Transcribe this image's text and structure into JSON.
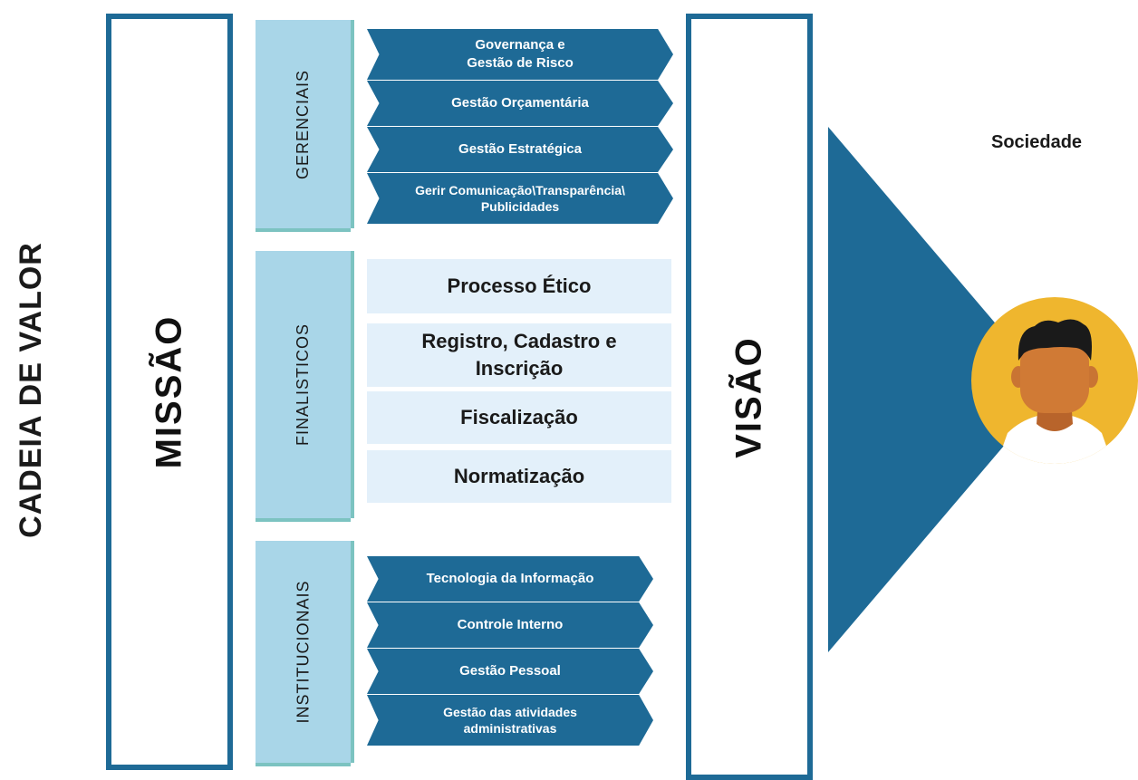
{
  "title": "CADEIA DE VALOR",
  "mission_label": "MISSÃO",
  "vision_label": "VISÃO",
  "categories": {
    "gerenciais": {
      "label": "GERENCIAIS",
      "items": [
        "Governança e\nGestão de Risco",
        "Gestão Orçamentária",
        "Gestão Estratégica",
        "Gerir Comunicação\\Transparência\\\nPublicidades"
      ]
    },
    "finalisticos": {
      "label": "FINALISTICOS",
      "items": [
        "Processo Ético",
        "Registro, Cadastro e\nInscrição",
        "Fiscalização",
        "Normatização"
      ]
    },
    "institucionais": {
      "label": "INSTITUCIONAIS",
      "items": [
        "Tecnologia da Informação",
        "Controle Interno",
        "Gestão Pessoal",
        "Gestão das atividades\nadministrativas"
      ]
    }
  },
  "society_label": "Sociedade",
  "icons": {
    "person": "person-avatar-icon"
  },
  "colors": {
    "primary_blue": "#1e6a96",
    "light_blue": "#e3f0fa",
    "tab_blue": "#a9d6e8",
    "tab_shadow": "#7cc3c1",
    "avatar_yellow": "#efb62e"
  }
}
